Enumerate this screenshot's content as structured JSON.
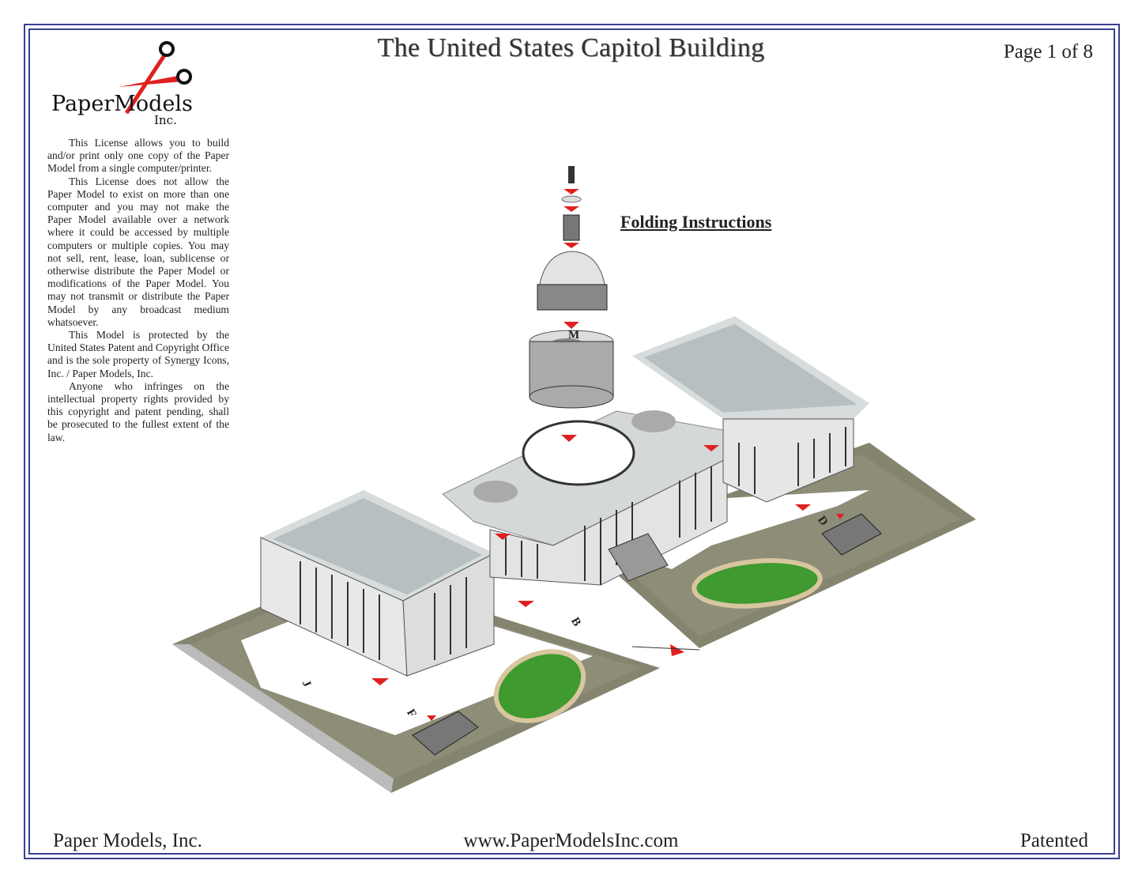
{
  "header": {
    "title": "The United States Capitol Building",
    "page": "Page 1 of 8"
  },
  "logo": {
    "text": "PaperModels",
    "sub": "Inc."
  },
  "license": [
    "This License allows you to build and/or print only one copy of the Paper Model from a single computer/printer.",
    "This License does not allow the Paper Model to exist on more than one computer and you may not make the Paper Model available over a network where it could be accessed by multiple computers or multiple copies. You may not sell, rent, lease, loan, sublicense or otherwise distribute the Paper Model or modifications of the Paper Model.  You may not transmit or distribute the Paper Model by any broadcast medium whatsoever.",
    "This Model is protected by the United States Patent and Copyright Office and is the sole property of Synergy Icons, Inc. / Paper Models, Inc.",
    "Anyone who infringes on the intellectual property rights provided by this copyright and patent pending, shall be prosecuted to the fullest extent of the law."
  ],
  "diagram": {
    "heading": "Folding Instructions",
    "labels": {
      "j": "J",
      "f": "F",
      "b": "B",
      "d": "D",
      "m": "M"
    }
  },
  "footer": {
    "left": "Paper Models, Inc.",
    "center": "www.PaperModelsInc.com",
    "right": "Patented"
  }
}
